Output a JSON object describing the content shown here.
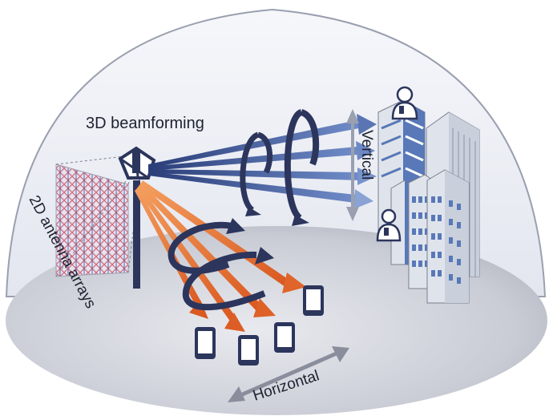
{
  "labels": {
    "beamforming": "3D beamforming",
    "antenna": "2D antenna arrays",
    "vertical": "Vertical",
    "horizontal": "Horizontal"
  },
  "colors": {
    "dome": "#eef0f6",
    "ground": "#b9bcc6",
    "vertical_beam": "#3f5a9c",
    "horizontal_beam": "#e8783a",
    "device": "#2c355c",
    "building_blue": "#5878b8",
    "building_light": "#dfe4ec"
  },
  "icons": [
    "antenna-panel-icon",
    "base-station-icon",
    "smartphone-icon",
    "building-icon",
    "user-icon",
    "rotation-arrow-icon"
  ]
}
